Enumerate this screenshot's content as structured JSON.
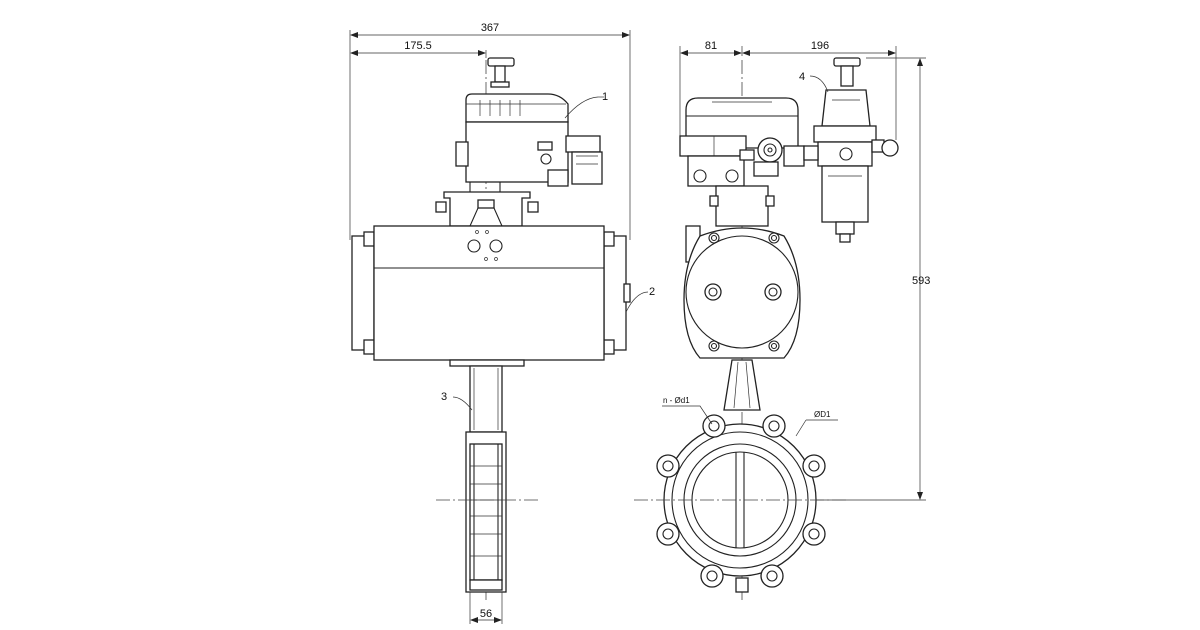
{
  "dimensions": {
    "overall_width": "367",
    "half_width": "175.5",
    "side_left": "81",
    "side_right": "196",
    "height": "593",
    "body_width": "56"
  },
  "callouts": {
    "c1": "1",
    "c2": "2",
    "c3": "3",
    "c4": "4"
  },
  "labels": {
    "bolt_holes": "n - Ød1",
    "bolt_circle": "ØD1"
  }
}
